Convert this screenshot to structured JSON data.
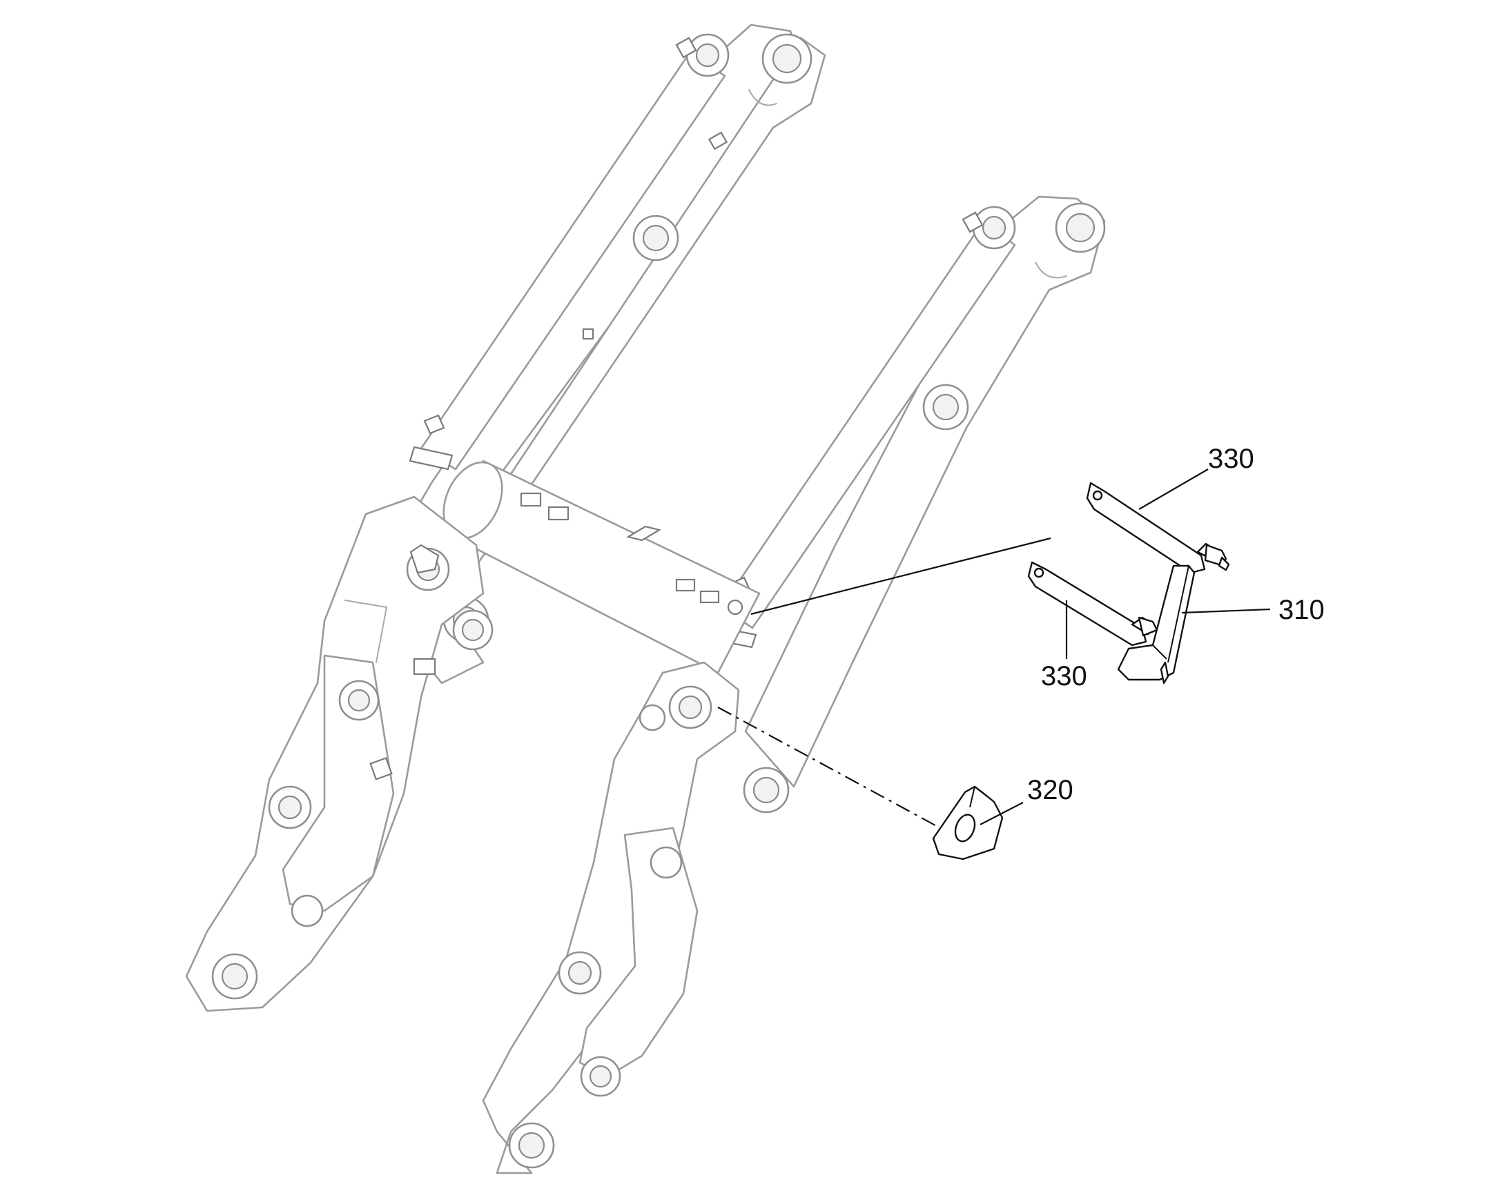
{
  "callouts": {
    "c330_top": "330",
    "c310": "310",
    "c330_bottom": "330",
    "c320": "320"
  },
  "colors": {
    "background": "#ffffff",
    "machine_linework": "#9a9a9a",
    "hardware_linework": "#111111"
  }
}
